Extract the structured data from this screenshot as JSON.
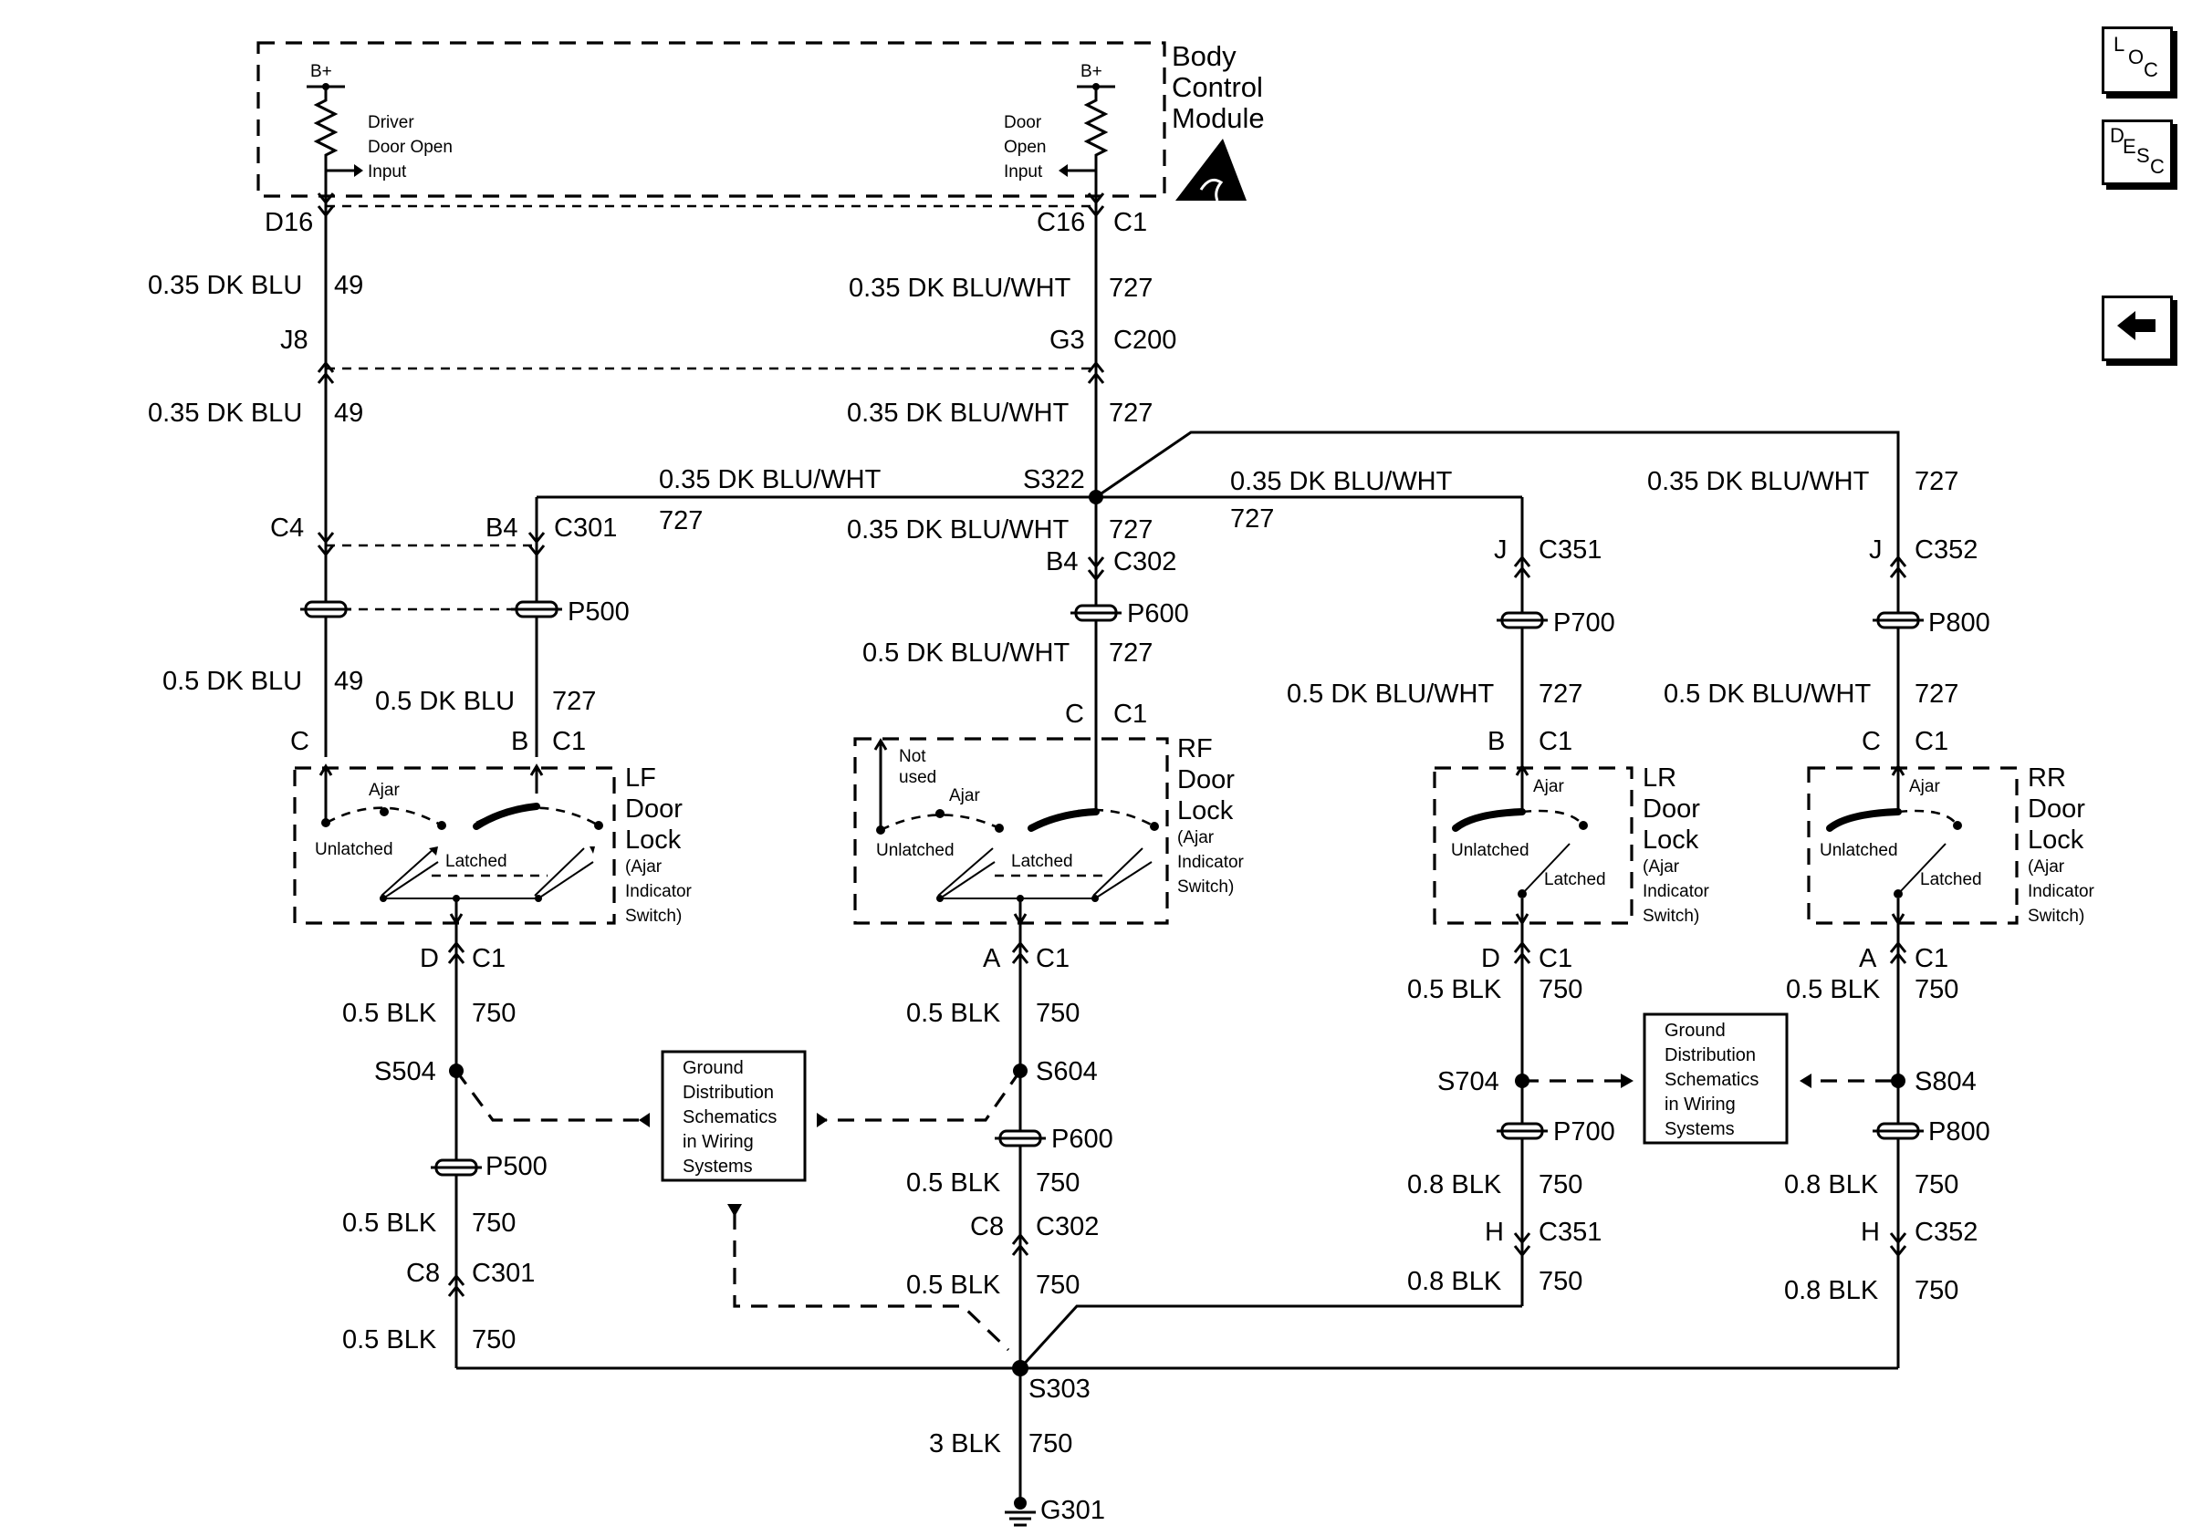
{
  "module": {
    "title_lines": [
      "Body",
      "Control",
      "Module"
    ],
    "bplus": "B+",
    "driver_input_lines": [
      "Driver",
      "Door Open",
      "Input"
    ],
    "door_input_lines": [
      "Door",
      "Open",
      "Input"
    ]
  },
  "navigation": {
    "loc": [
      "L",
      "O",
      "C"
    ],
    "desc": [
      "D",
      "E",
      "S",
      "C"
    ],
    "back_icon": "left-arrow-icon"
  },
  "wire_labels": [
    "D16",
    "0.35 DK BLU",
    "49",
    "J8",
    "0.35 DK BLU",
    "49",
    "C16",
    "C1",
    "0.35 DK BLU/WHT",
    "727",
    "G3",
    "C200",
    "0.35 DK BLU/WHT",
    "727",
    "0.35 DK BLU/WHT",
    "727",
    "S322",
    "0.35 DK BLU/WHT",
    "727",
    "0.35 DK BLU/WHT",
    "727",
    "0.35 DK BLU/WHT",
    "727",
    "C4",
    "B4",
    "C301",
    "P500",
    "0.5 DK BLU",
    "49",
    "0.5 DK BLU",
    "727",
    "C",
    "B",
    "C1",
    "B4",
    "C302",
    "P600",
    "0.5 DK BLU/WHT",
    "727",
    "C",
    "C1",
    "J",
    "C351",
    "P700",
    "0.5 DK BLU/WHT",
    "727",
    "B",
    "C1",
    "J",
    "C352",
    "P800",
    "0.5 DK BLU/WHT",
    "727",
    "C",
    "C1",
    "D",
    "C1",
    "0.5 BLK",
    "750",
    "S504",
    "P500",
    "0.5 BLK",
    "750",
    "C8",
    "C301",
    "0.5 BLK",
    "750",
    "A",
    "C1",
    "0.5 BLK",
    "750",
    "S604",
    "P600",
    "0.5 BLK",
    "750",
    "C8",
    "C302",
    "0.5 BLK",
    "750",
    "D",
    "C1",
    "0.5 BLK",
    "750",
    "S704",
    "P700",
    "0.8 BLK",
    "750",
    "H",
    "C351",
    "0.8 BLK",
    "750",
    "A",
    "C1",
    "0.5 BLK",
    "750",
    "S804",
    "P800",
    "0.8 BLK",
    "750",
    "H",
    "C352",
    "0.8 BLK",
    "750",
    "S303",
    "3 BLK",
    "750",
    "G301"
  ],
  "switches": [
    {
      "title_lines": [
        "LF",
        "Door",
        "Lock"
      ],
      "sub_lines": [
        "(Ajar",
        "Indicator",
        "Switch)"
      ],
      "ajar": "Ajar",
      "unlatched": "Unlatched",
      "latched": "Latched"
    },
    {
      "title_lines": [
        "RF",
        "Door",
        "Lock"
      ],
      "sub_lines": [
        "(Ajar",
        "Indicator",
        "Switch)"
      ],
      "ajar": "Ajar",
      "unlatched": "Unlatched",
      "latched": "Latched",
      "not_used_lines": [
        "Not",
        "used"
      ]
    },
    {
      "title_lines": [
        "LR",
        "Door",
        "Lock"
      ],
      "sub_lines": [
        "(Ajar",
        "Indicator",
        "Switch)"
      ],
      "ajar": "Ajar",
      "unlatched": "Unlatched",
      "latched": "Latched"
    },
    {
      "title_lines": [
        "RR",
        "Door",
        "Lock"
      ],
      "sub_lines": [
        "(Ajar",
        "Indicator",
        "Switch)"
      ],
      "ajar": "Ajar",
      "unlatched": "Unlatched",
      "latched": "Latched"
    }
  ],
  "ground_refs": [
    {
      "lines": [
        "Ground",
        "Distribution",
        "Schematics",
        "in Wiring",
        "Systems"
      ]
    },
    {
      "lines": [
        "Ground",
        "Distribution",
        "Schematics",
        "in Wiring",
        "Systems"
      ]
    }
  ]
}
